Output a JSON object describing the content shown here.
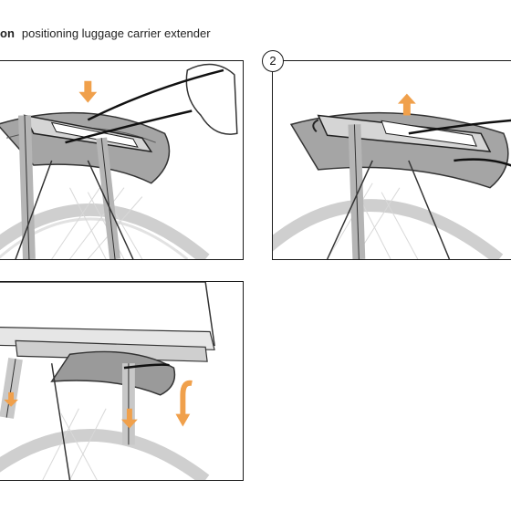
{
  "heading": {
    "bold": "on",
    "title": "positioning luggage carrier extender"
  },
  "steps": [
    {
      "number": "2"
    }
  ],
  "colors": {
    "arrow": "#f0a04b",
    "frame": "#1a1a1a",
    "strap": "#bdbdbd",
    "fender": "#9a9a9a"
  }
}
